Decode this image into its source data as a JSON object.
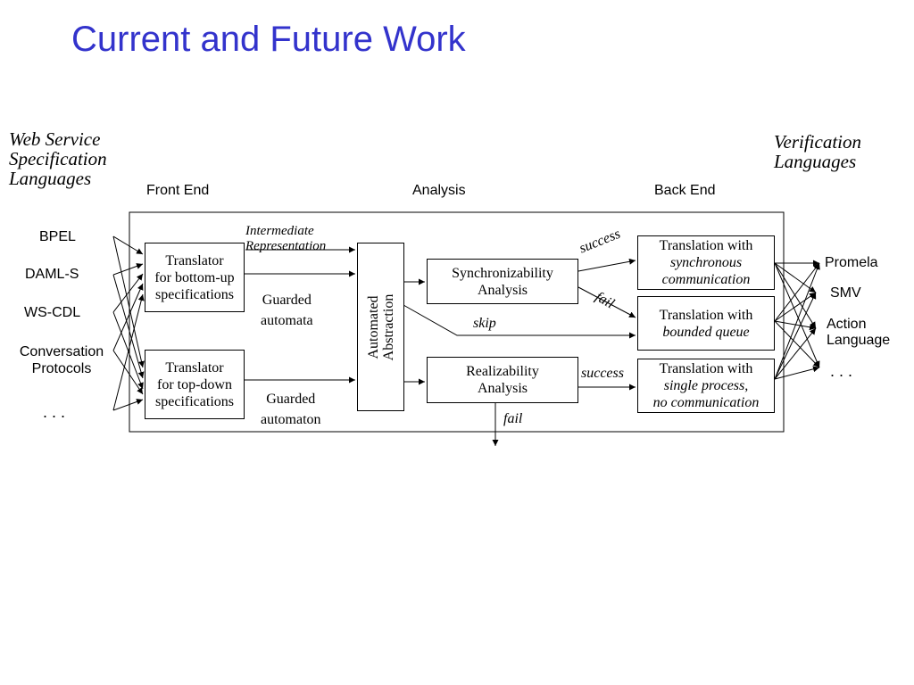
{
  "slide": {
    "title": "Current and Future Work"
  },
  "headings": {
    "left": [
      "Web Service",
      "Specification",
      "Languages"
    ],
    "right": [
      "Verification",
      "Languages"
    ]
  },
  "phases": {
    "front": "Front End",
    "analysis": "Analysis",
    "back": "Back End"
  },
  "input_languages": [
    "BPEL",
    "DAML-S",
    "WS-CDL",
    "Conversation Protocols",
    ". . ."
  ],
  "output_languages": [
    "Promela",
    "SMV",
    "Action Language",
    ". . ."
  ],
  "boxes": {
    "translator_bottom_up": [
      "Translator",
      "for bottom-up",
      "specifications"
    ],
    "translator_top_down": [
      "Translator",
      "for top-down",
      "specifications"
    ],
    "automated_abstraction": [
      "Automated",
      "Abstraction"
    ],
    "synchronizability": [
      "Synchronizability",
      "Analysis"
    ],
    "realizability": [
      "Realizability",
      "Analysis"
    ],
    "translation_sync": [
      "Translation with",
      "synchronous",
      "communication"
    ],
    "translation_queue": [
      "Translation with",
      "bounded queue"
    ],
    "translation_single": [
      "Translation with",
      "single process,",
      "no communication"
    ]
  },
  "labels": {
    "intermediate": [
      "Intermediate",
      "Representation"
    ],
    "guarded_automata": [
      "Guarded",
      "automata"
    ],
    "guarded_automaton": [
      "Guarded",
      "automaton"
    ],
    "success_top": "success",
    "fail_top": "fail",
    "skip": "skip",
    "success_bottom": "success",
    "fail_bottom": "fail"
  }
}
